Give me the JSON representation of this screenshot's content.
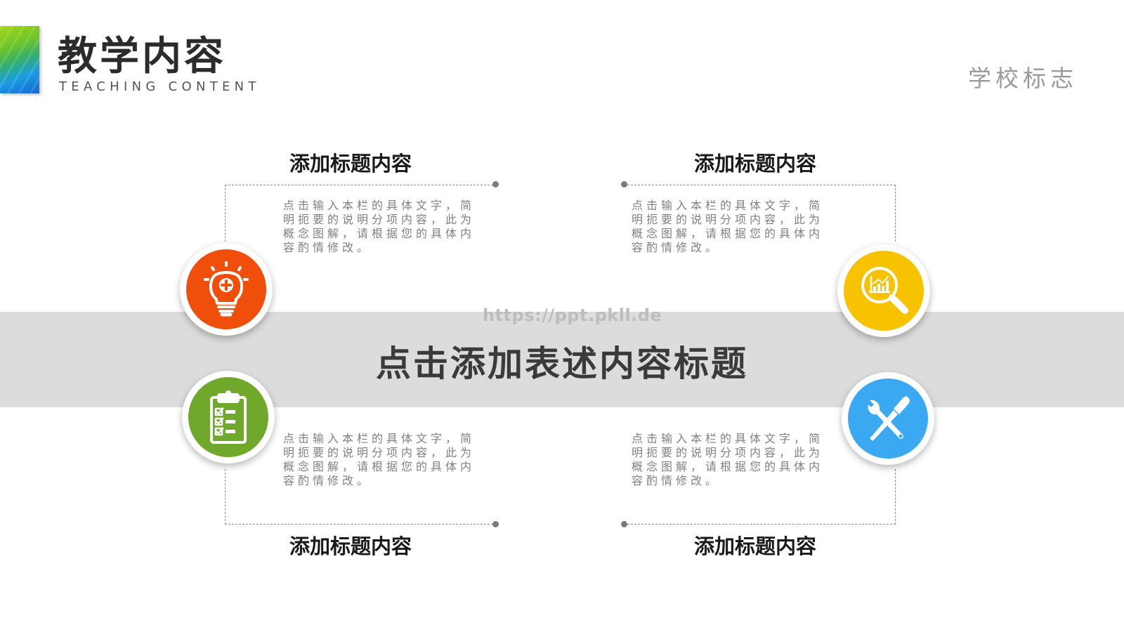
{
  "header": {
    "title_cn": "教学内容",
    "title_en": "TEACHING CONTENT",
    "school_logo": "学校标志"
  },
  "watermark": "https://ppt.pkll.de",
  "center": {
    "title": "点击添加表述内容标题",
    "band_color": "#dcdcdc"
  },
  "cards": [
    {
      "position": "top-left",
      "title": "添加标题内容",
      "desc": "点击输入本栏的具体文字，简明扼要的说明分项内容，此为概念图解，请根据您的具体内容酌情修改。",
      "icon": "lightbulb-plus-icon",
      "color": "#f04e0b"
    },
    {
      "position": "top-right",
      "title": "添加标题内容",
      "desc": "点击输入本栏的具体文字，简明扼要的说明分项内容，此为概念图解，请根据您的具体内容酌情修改。",
      "icon": "magnifier-chart-icon",
      "color": "#f7c200"
    },
    {
      "position": "bottom-left",
      "title": "添加标题内容",
      "desc": "点击输入本栏的具体文字，简明扼要的说明分项内容，此为概念图解，请根据您的具体内容酌情修改。",
      "icon": "clipboard-checklist-icon",
      "color": "#6fa82a"
    },
    {
      "position": "bottom-right",
      "title": "添加标题内容",
      "desc": "点击输入本栏的具体文字，简明扼要的说明分项内容，此为概念图解，请根据您的具体内容酌情修改。",
      "icon": "wrench-screwdriver-icon",
      "color": "#3aa9f2"
    }
  ]
}
